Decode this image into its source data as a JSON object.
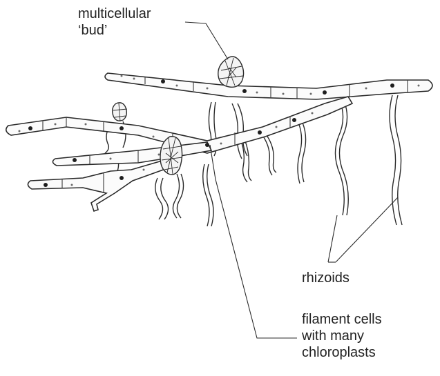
{
  "labels": {
    "bud": [
      "multicellular",
      "‘bud’"
    ],
    "rhizoids": "rhizoids",
    "filament": [
      "filament cells",
      "with many",
      "chloroplasts"
    ]
  },
  "colors": {
    "ink": "#2a2a2a",
    "background": "#ffffff"
  }
}
